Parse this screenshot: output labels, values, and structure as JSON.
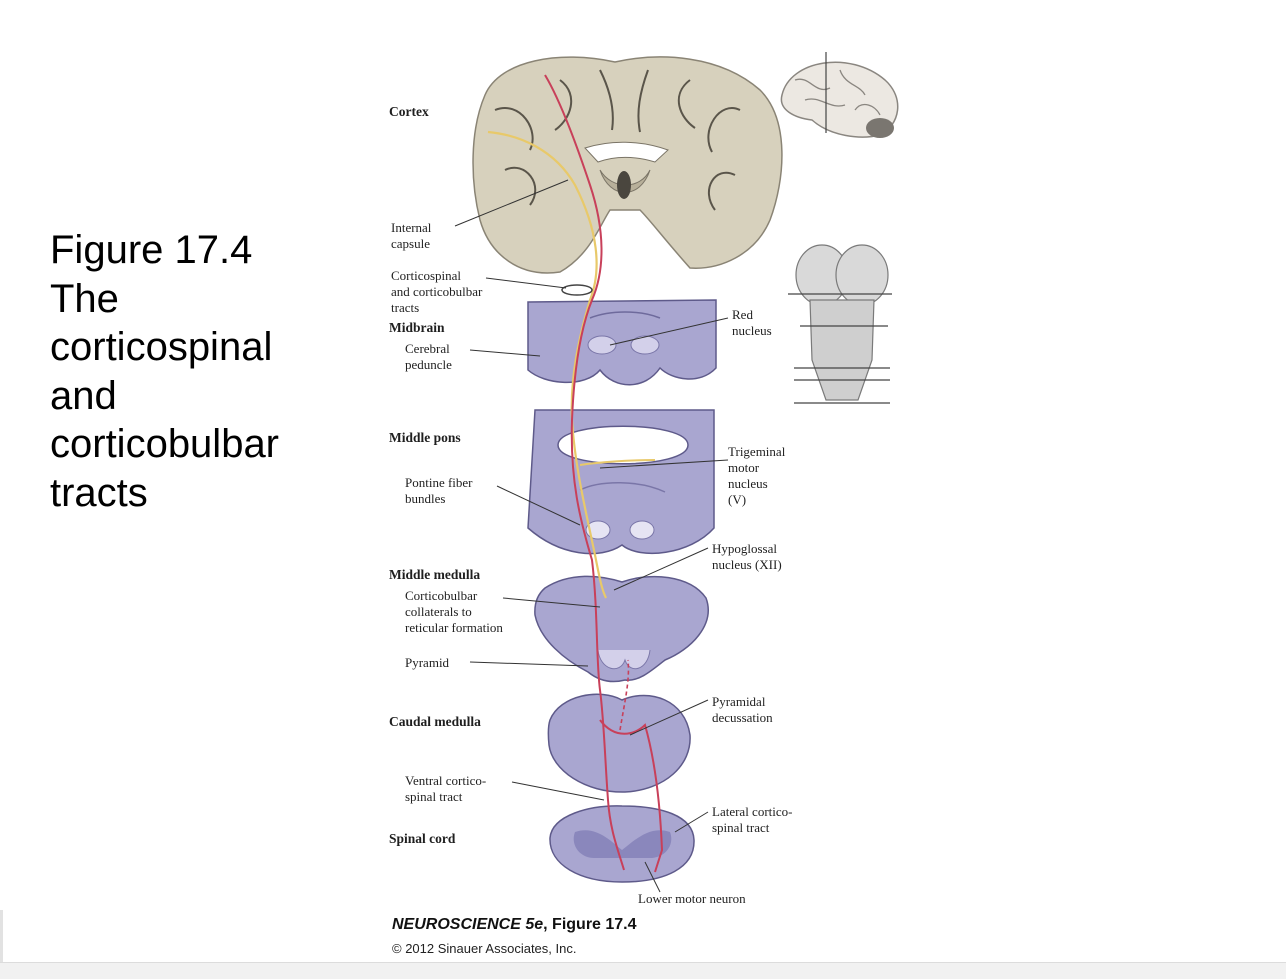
{
  "slide": {
    "title_lines": [
      "Figure 17.4",
      "The",
      "corticospinal",
      "and",
      "corticobulbar",
      "tracts"
    ]
  },
  "figure": {
    "section_labels": {
      "cortex": "Cortex",
      "midbrain": "Midbrain",
      "middle_pons": "Middle pons",
      "middle_medulla": "Middle medulla",
      "caudal_medulla": "Caudal medulla",
      "spinal_cord": "Spinal cord"
    },
    "labels": {
      "internal_capsule": [
        "Internal",
        "capsule"
      ],
      "corticospinal_tracts": [
        "Corticospinal",
        "and corticobulbar",
        "tracts"
      ],
      "cerebral_peduncle": [
        "Cerebral",
        "peduncle"
      ],
      "red_nucleus": [
        "Red",
        "nucleus"
      ],
      "trigeminal_motor_nucleus": [
        "Trigeminal",
        "motor",
        "nucleus",
        "(V)"
      ],
      "pontine_fiber_bundles": [
        "Pontine fiber",
        "bundles"
      ],
      "hypoglossal_nucleus": [
        "Hypoglossal",
        "nucleus (XII)"
      ],
      "corticobulbar_collaterals": [
        "Corticobulbar",
        "collaterals to",
        "reticular formation"
      ],
      "pyramid": [
        "Pyramid"
      ],
      "pyramidal_decussation": [
        "Pyramidal",
        "decussation"
      ],
      "ventral_corticospinal_tract": [
        "Ventral cortico-",
        "spinal tract"
      ],
      "lateral_corticospinal_tract": [
        "Lateral cortico-",
        "spinal tract"
      ],
      "lower_motor_neuron": [
        "Lower motor neuron"
      ]
    },
    "caption_prefix": "NEUROSCIENCE 5e",
    "caption_suffix": ", Figure 17.4",
    "copyright": "© 2012 Sinauer Associates, Inc.",
    "colors": {
      "tract_red": "#c8405a",
      "tract_yellow": "#e8c96a",
      "section_stain": "#a9a6d0",
      "cortex_tissue": "#d7d1bd"
    }
  }
}
